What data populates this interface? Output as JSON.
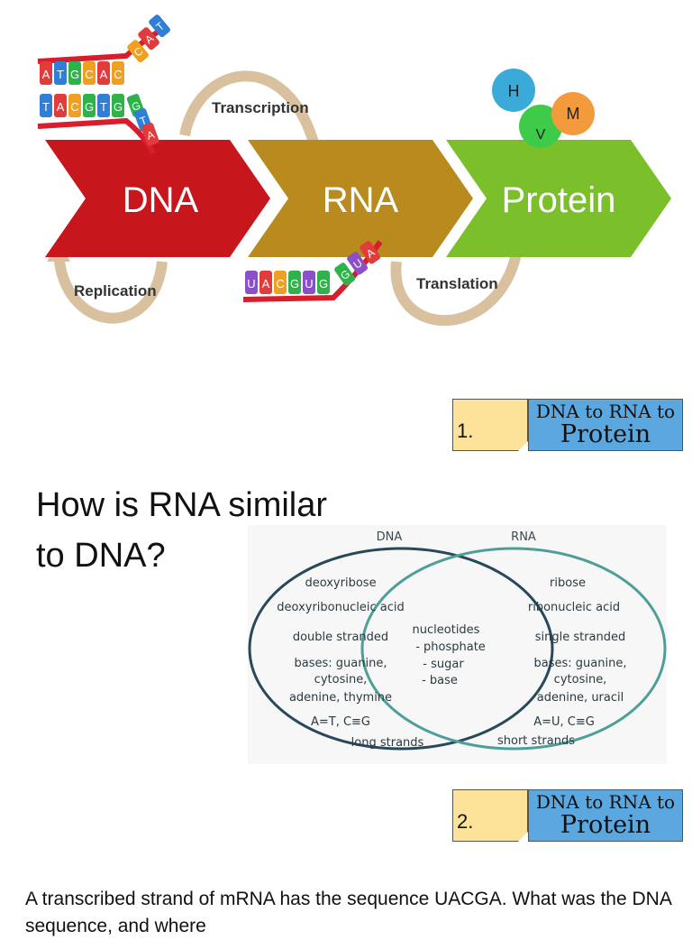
{
  "diagram": {
    "arrows": {
      "dna": "DNA",
      "rna": "RNA",
      "protein": "Protein"
    },
    "processes": {
      "transcription": "Transcription",
      "replication": "Replication",
      "translation": "Translation"
    },
    "dna_strand_top": [
      "A",
      "T",
      "G",
      "C",
      "A",
      "C",
      "C",
      "A",
      "T"
    ],
    "dna_strand_bottom": [
      "T",
      "A",
      "C",
      "G",
      "T",
      "G",
      "G",
      "T",
      "A"
    ],
    "rna_strand": [
      "U",
      "A",
      "C",
      "G",
      "U",
      "G",
      "G",
      "U",
      "A"
    ],
    "amino_acids": [
      "H",
      "V",
      "M"
    ],
    "colors": {
      "dna": "#c8161d",
      "rna": "#b98a1e",
      "protein": "#7bbf2a",
      "cycle_arrow": "#d9c19f"
    }
  },
  "tag1": {
    "number": "1.",
    "title_line1": "DNA to RNA to",
    "title_line2": "Protein"
  },
  "tag2": {
    "number": "2.",
    "title_line1": "DNA to RNA to",
    "title_line2": "Protein"
  },
  "question": {
    "line1": "How is RNA similar",
    "line2": "to DNA?"
  },
  "venn": {
    "left_title": "DNA",
    "right_title": "RNA",
    "left": [
      "deoxyribose",
      "deoxyribonucleic acid",
      "double stranded",
      "bases: guanine,",
      "cytosine,",
      "adenine, thymine",
      "A=T, C≡G",
      "long strands"
    ],
    "middle": [
      "nucleotides",
      "- phosphate",
      "- sugar",
      "- base"
    ],
    "right": [
      "ribose",
      "ribonucleic acid",
      "single stranded",
      "bases: guanine,",
      "cytosine,",
      "adenine, uracil",
      "A=U, C≡G",
      "short strands"
    ],
    "colors": {
      "left_circle": "#27495a",
      "right_circle": "#4e9f97",
      "text": "#2b3a40",
      "title": "#3a4a52"
    }
  },
  "prompt": {
    "text": "A transcribed strand of mRNA has the sequence UACGA. What was the DNA sequence, and where"
  }
}
